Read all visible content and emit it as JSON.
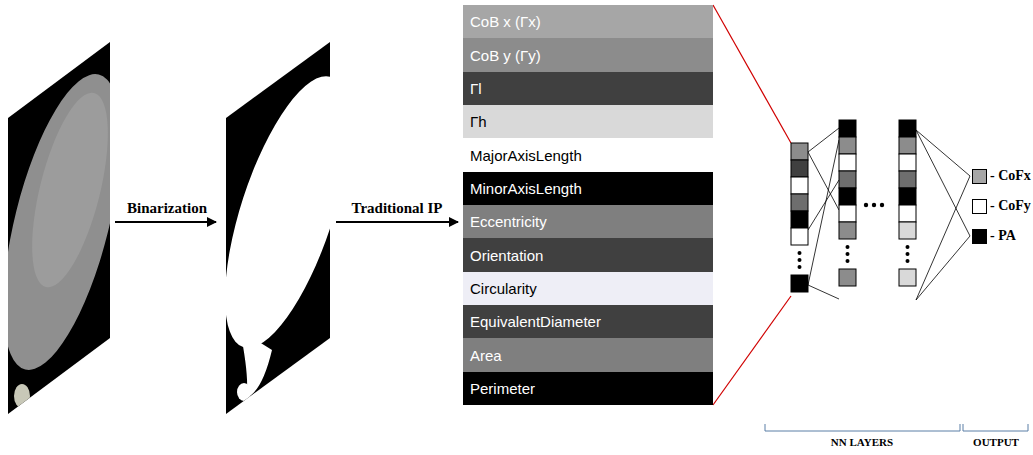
{
  "diagram": {
    "nodes": [
      {
        "text": [
          "CoB x (Γx)"
        ]
      },
      {
        "text": [
          "CoB y (Γy)"
        ]
      },
      {
        "text": [
          "Γl"
        ]
      },
      {
        "text": [
          "Γh"
        ]
      },
      {
        "text": [
          "MajorAxisLength"
        ]
      },
      {
        "text": [
          "MinorAxisLength"
        ]
      },
      {
        "text": [
          "Eccentricity"
        ]
      },
      {
        "text": [
          "Orientation"
        ]
      },
      {
        "text": [
          "Circularity"
        ]
      },
      {
        "text": [
          "EquivalentDiameter"
        ]
      },
      {
        "text": [
          "Area"
        ]
      },
      {
        "text": [
          "Perimeter"
        ]
      },
      {
        "text": [
          "- CoFx"
        ]
      },
      {
        "text": [
          "- CoFy"
        ]
      },
      {
        "text": [
          "- PA"
        ]
      }
    ],
    "labels": [
      "Binarization",
      "Traditional IP",
      "NN LAYERS",
      "OUTPUT"
    ]
  }
}
